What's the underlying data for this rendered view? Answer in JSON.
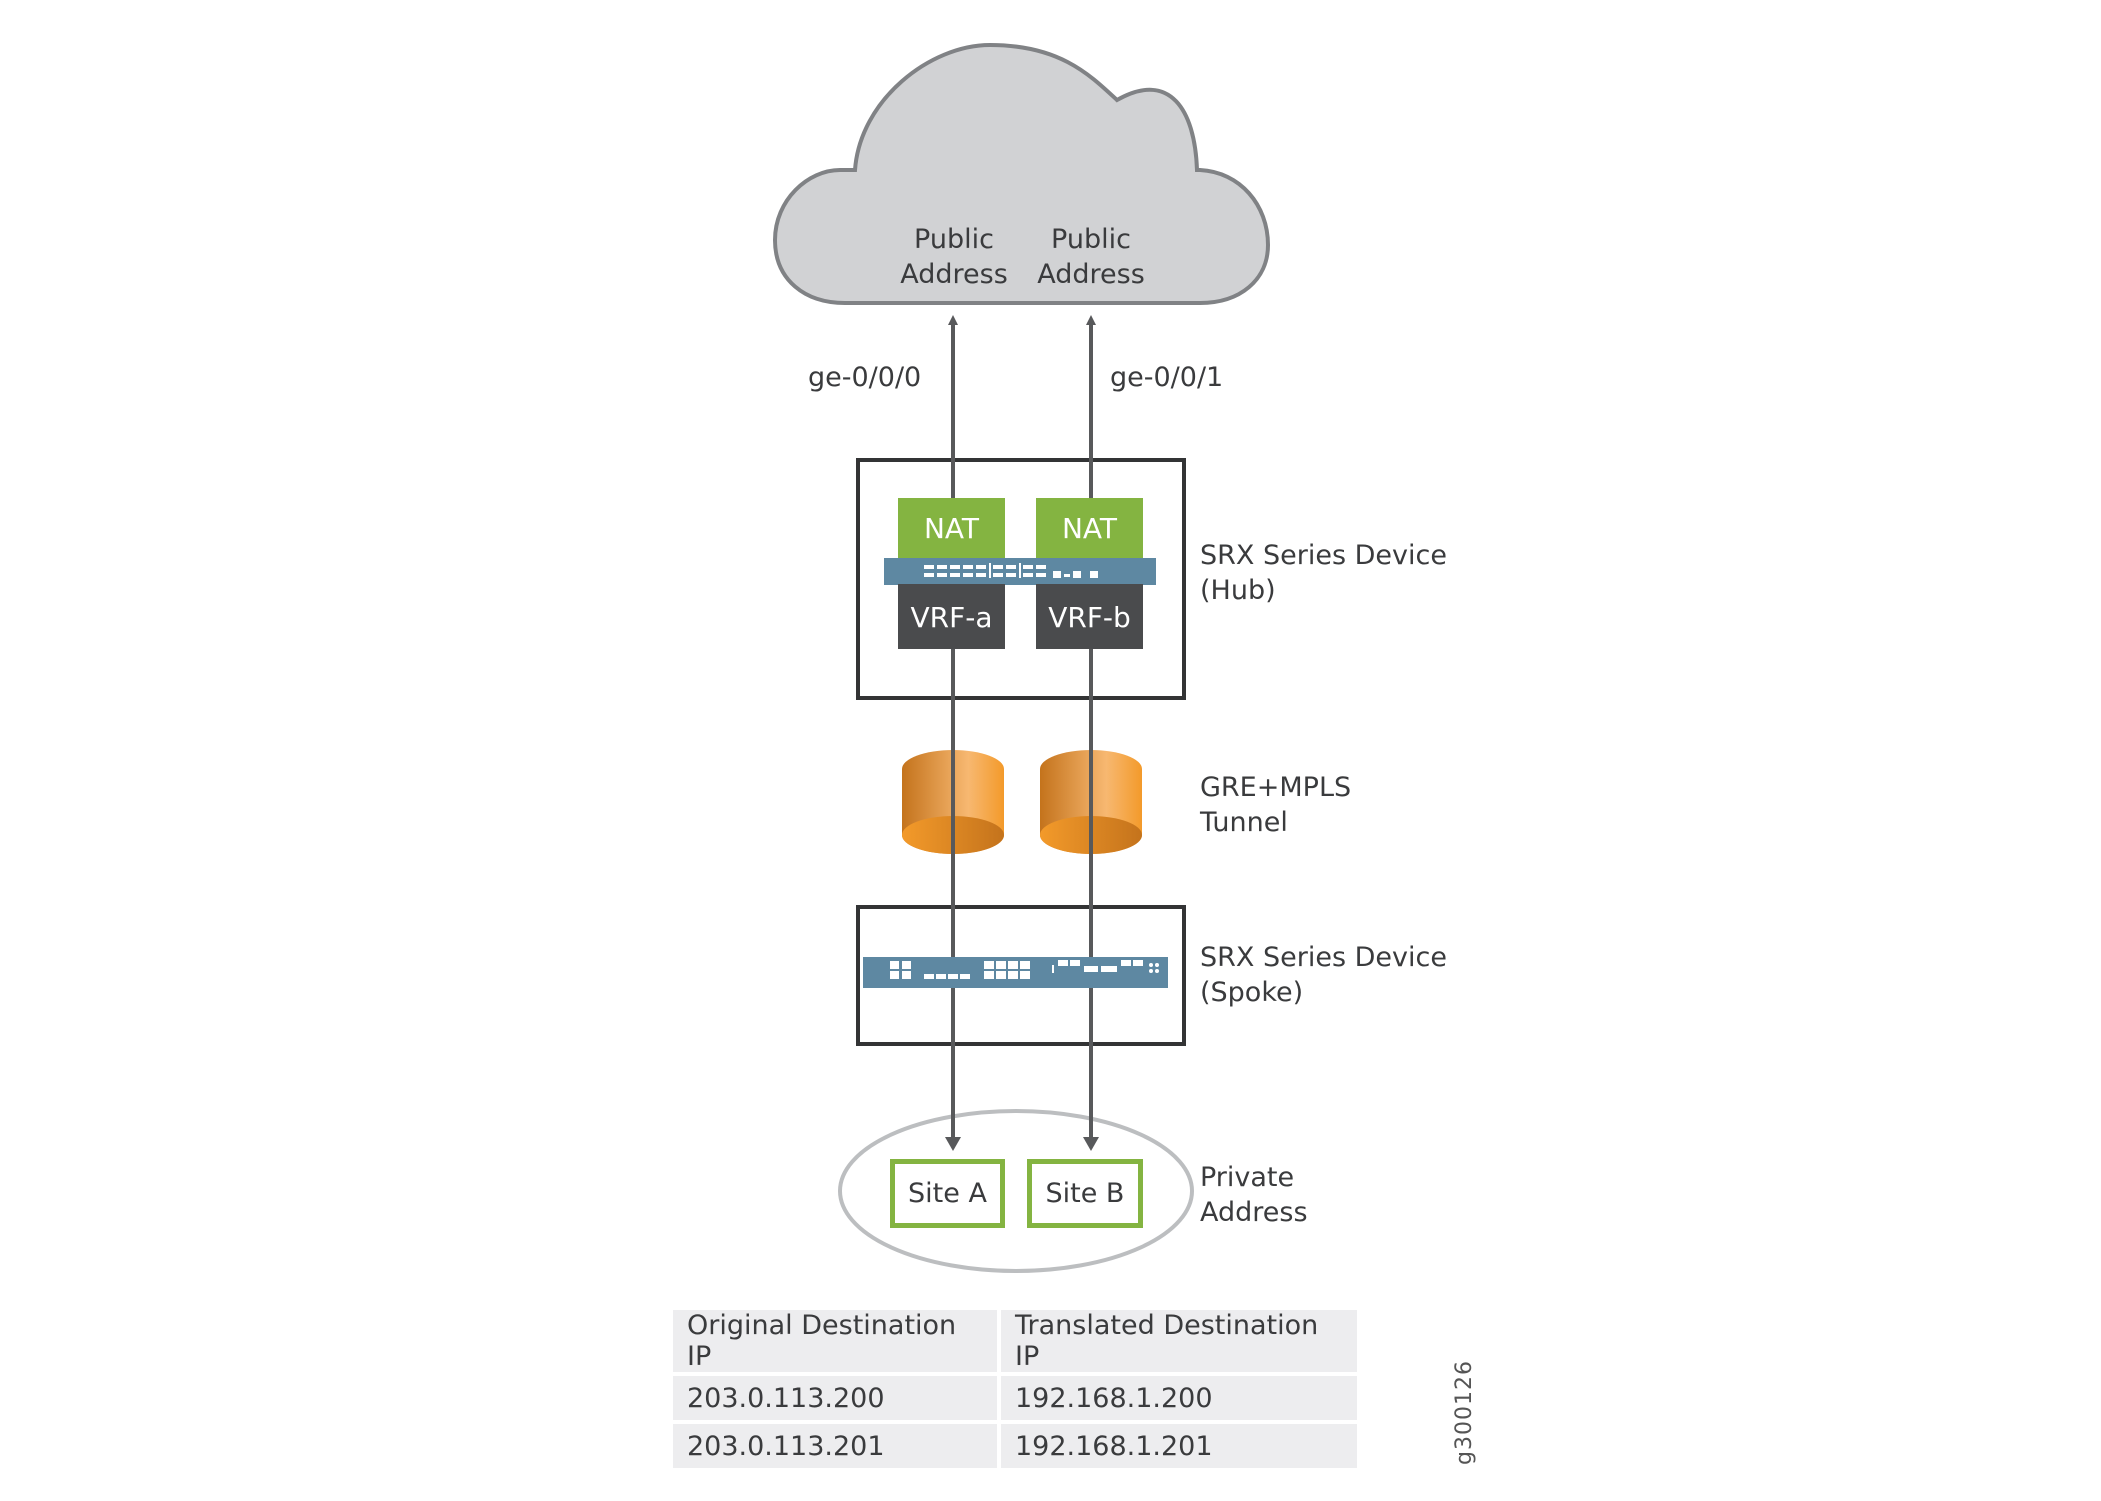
{
  "cloud": {
    "label_left": [
      "Public",
      "Address"
    ],
    "label_right": [
      "Public",
      "Address"
    ]
  },
  "interfaces": {
    "left": "ge-0/0/0",
    "right": "ge-0/0/1"
  },
  "hub": {
    "nat_left": "NAT",
    "nat_right": "NAT",
    "vrf_left": "VRF-a",
    "vrf_right": "VRF-b",
    "label": [
      "SRX Series Device",
      "(Hub)"
    ]
  },
  "tunnel": {
    "label": [
      "GRE+MPLS",
      "Tunnel"
    ]
  },
  "spoke": {
    "label": [
      "SRX Series Device",
      "(Spoke)"
    ]
  },
  "private": {
    "site_a": "Site A",
    "site_b": "Site B",
    "label": [
      "Private",
      "Address"
    ]
  },
  "nat_table": {
    "headers": [
      "Original Destination IP",
      "Translated Destination IP"
    ],
    "rows": [
      [
        "203.0.113.200",
        "192.168.1.200"
      ],
      [
        "203.0.113.201",
        "192.168.1.201"
      ]
    ]
  },
  "figure_id": "g300126",
  "colors": {
    "nat_green": "#84b441",
    "vrf_dark": "#4a4b4d",
    "device_blue": "#5e88a2",
    "cloud_fill": "#d1d2d4",
    "cloud_stroke": "#808285",
    "tunnel_orange": "#f09a2a",
    "ellipse_stroke": "#bcbec0",
    "table_fill": "#ededef"
  }
}
